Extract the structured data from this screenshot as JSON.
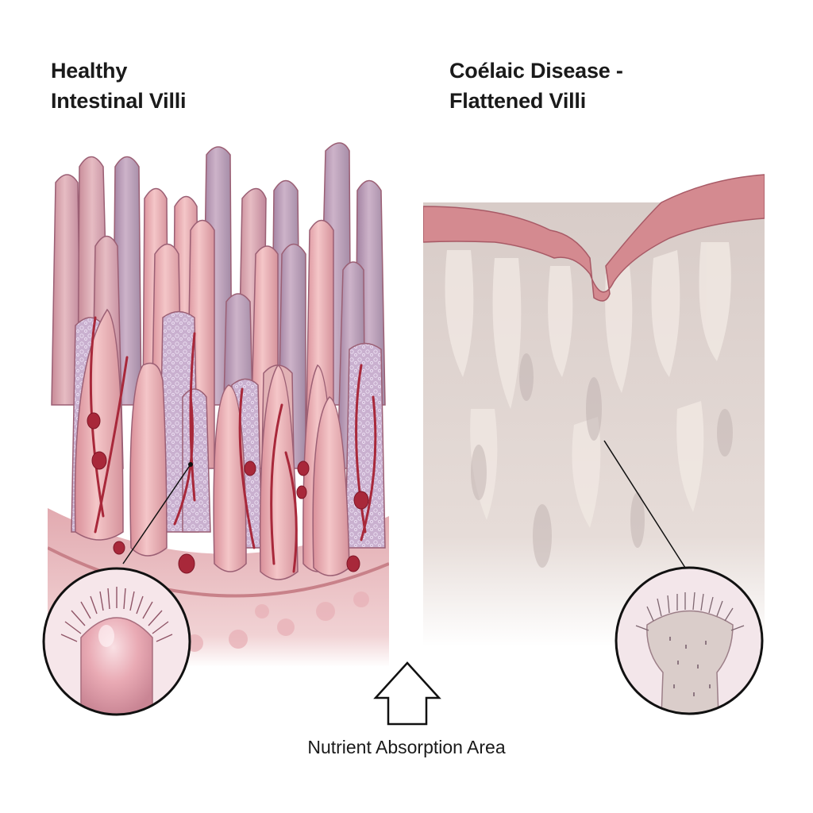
{
  "left_panel": {
    "title_line1": "Healthy",
    "title_line2": "Intestinal Villi",
    "illustration": "tall finger-like villi with blood vessels",
    "inset": "zoomed villus tip with dense microvilli (brush border)"
  },
  "right_panel": {
    "title_line1": "Coélaic Disease -",
    "title_line2": "Flattened Villi",
    "illustration": "flattened mucosal surface with atrophied villi",
    "inset": "zoomed stunted villus with sparse microvilli"
  },
  "footer": {
    "arrow_icon": "up-arrow-outline",
    "caption": "Nutrient Absorption Area"
  },
  "colors": {
    "healthy_pink": "#e8a9b0",
    "healthy_mauve": "#b89ab4",
    "vessel_red": "#a8283a",
    "flat_surface": "#ddd2cc",
    "mucosa_band": "#d48a90",
    "text": "#1a1a1a"
  }
}
